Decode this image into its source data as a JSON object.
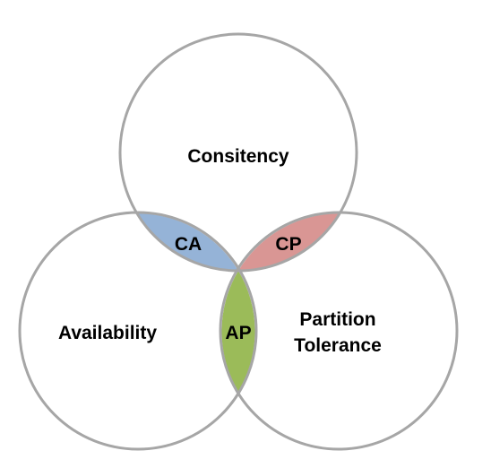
{
  "diagram": {
    "circles": {
      "consistency": {
        "label": "Consitency"
      },
      "availability": {
        "label": "Availability"
      },
      "partition_tolerance": {
        "label_line1": "Partition",
        "label_line2": "Tolerance"
      }
    },
    "intersections": {
      "ca": {
        "label": "CA",
        "color": "#95b3d7"
      },
      "cp": {
        "label": "CP",
        "color": "#d99694"
      },
      "ap": {
        "label": "AP",
        "color": "#9bbb59"
      }
    },
    "outline_color": "#a6a6a6"
  }
}
